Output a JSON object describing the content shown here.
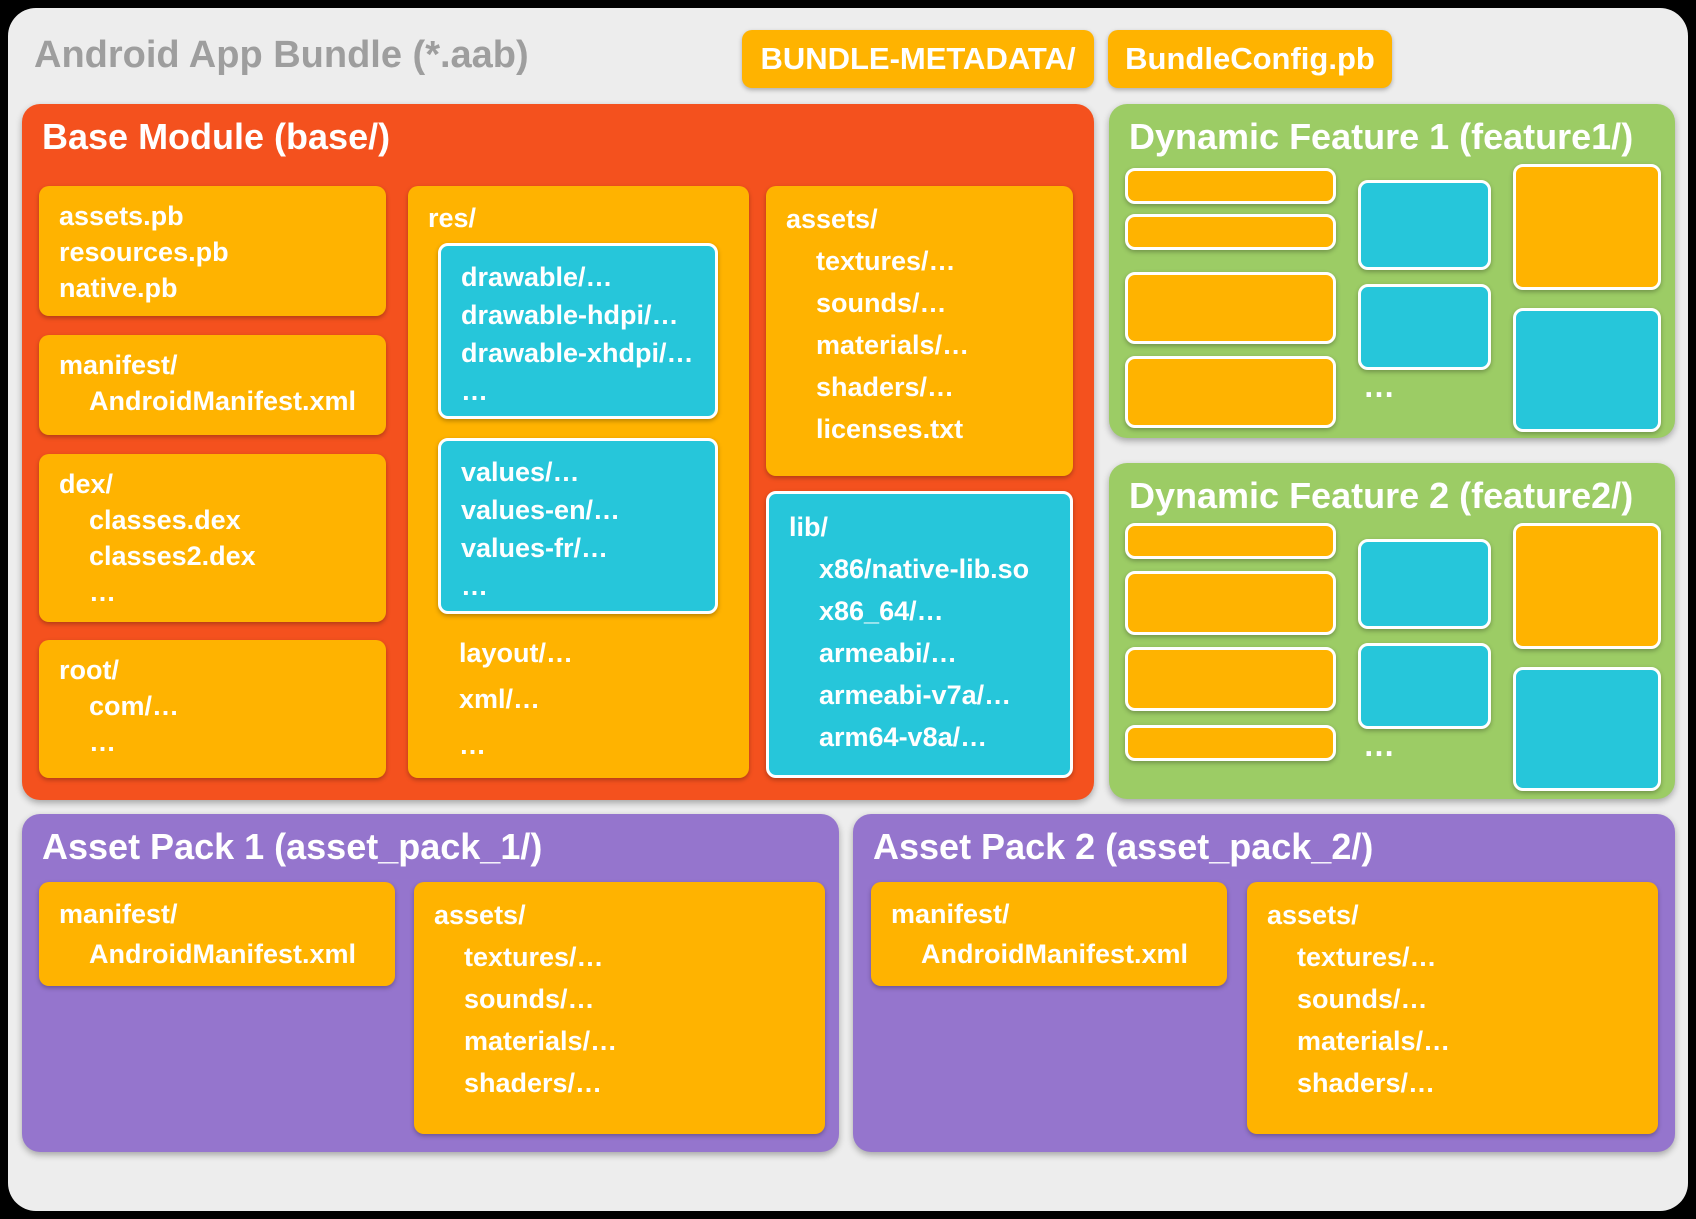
{
  "title": "Android App Bundle (*.aab)",
  "top_chips": {
    "bundle_metadata": "BUNDLE-METADATA/",
    "bundle_config": "BundleConfig.pb"
  },
  "base_module": {
    "title": "Base Module (base/)",
    "pb_box": {
      "lines": [
        "assets.pb",
        "resources.pb",
        "native.pb"
      ]
    },
    "manifest_box": {
      "title": "manifest/",
      "items": [
        "AndroidManifest.xml"
      ]
    },
    "dex_box": {
      "title": "dex/",
      "items": [
        "classes.dex",
        "classes2.dex",
        "…"
      ]
    },
    "root_box": {
      "title": "root/",
      "items": [
        "com/…",
        "…"
      ]
    },
    "res_box": {
      "title": "res/",
      "drawable_box": {
        "lines": [
          "drawable/…",
          "drawable-hdpi/…",
          "drawable-xhdpi/…",
          "…"
        ]
      },
      "values_box": {
        "lines": [
          "values/…",
          "values-en/…",
          "values-fr/…",
          "…"
        ]
      },
      "extra_lines": [
        "layout/…",
        "xml/…",
        "…"
      ]
    },
    "assets_box": {
      "title": "assets/",
      "items": [
        "textures/…",
        "sounds/…",
        "materials/…",
        "shaders/…",
        "licenses.txt"
      ]
    },
    "lib_box": {
      "title": "lib/",
      "items": [
        "x86/native-lib.so",
        "x86_64/…",
        "armeabi/…",
        "armeabi-v7a/…",
        "arm64-v8a/…"
      ]
    }
  },
  "dynamic_feature_1": {
    "title": "Dynamic Feature 1 (feature1/)",
    "ellipsis": "…"
  },
  "dynamic_feature_2": {
    "title": "Dynamic Feature 2 (feature2/)",
    "ellipsis": "…"
  },
  "asset_pack_1": {
    "title": "Asset Pack 1 (asset_pack_1/)",
    "manifest_box": {
      "title": "manifest/",
      "items": [
        "AndroidManifest.xml"
      ]
    },
    "assets_box": {
      "title": "assets/",
      "items": [
        "textures/…",
        "sounds/…",
        "materials/…",
        "shaders/…"
      ]
    }
  },
  "asset_pack_2": {
    "title": "Asset Pack 2 (asset_pack_2/)",
    "manifest_box": {
      "title": "manifest/",
      "items": [
        "AndroidManifest.xml"
      ]
    },
    "assets_box": {
      "title": "assets/",
      "items": [
        "textures/…",
        "sounds/…",
        "materials/…",
        "shaders/…"
      ]
    }
  },
  "colors": {
    "orange": "#F4511E",
    "amber": "#FFB300",
    "cyan": "#26C6DA",
    "green": "#9CCC65",
    "purple": "#9575CD",
    "canvas": "#EDEDED",
    "page_bg": "#000000",
    "title_text": "#9E9E9E",
    "box_text": "#FFFFFF"
  }
}
